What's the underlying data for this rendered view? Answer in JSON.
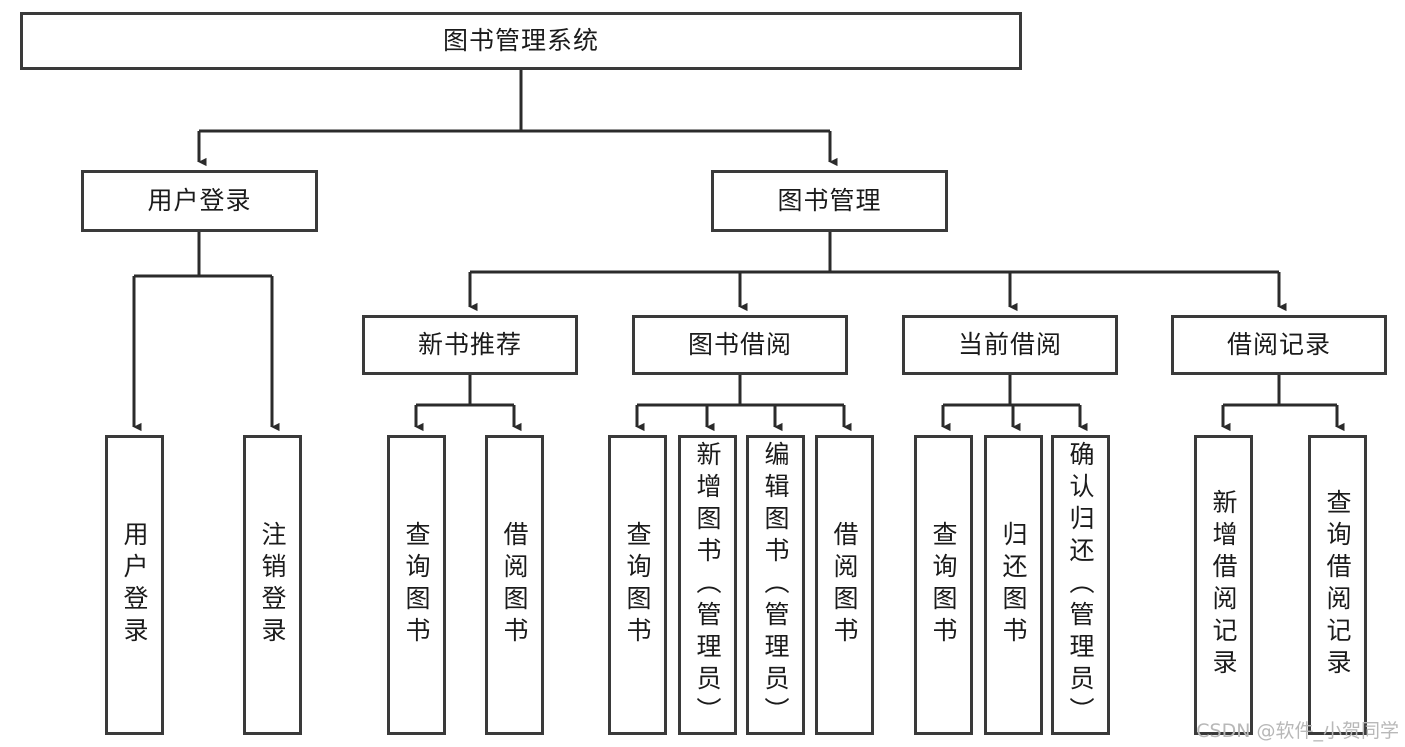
{
  "diagram": {
    "title": "图书管理系统",
    "type": "tree",
    "watermark": "CSDN @软件_小贺同学",
    "colors": {
      "border": "#3a3a3a",
      "text": "#1b1b1b",
      "background": "#ffffff",
      "edge": "#2b2b2b",
      "watermark": "#b8b8b8"
    },
    "levels": {
      "root": "图书管理系统",
      "level2": [
        "用户登录",
        "图书管理"
      ],
      "level3": [
        "新书推荐",
        "图书借阅",
        "当前借阅",
        "借阅记录"
      ],
      "leaves": [
        "用户登录",
        "注销登录",
        "查询图书",
        "借阅图书",
        "查询图书",
        "新增图书（管理员）",
        "编辑图书（管理员）",
        "借阅图书",
        "查询图书",
        "归还图书",
        "确认归还（管理员）",
        "新增借阅记录",
        "查询借阅记录"
      ]
    }
  },
  "nodes": {
    "root": {
      "label": "图书管理系统"
    },
    "user_login": {
      "label": "用户登录"
    },
    "book_manage": {
      "label": "图书管理"
    },
    "new_book_rec": {
      "label": "新书推荐"
    },
    "book_borrow": {
      "label": "图书借阅"
    },
    "current_borrow": {
      "label": "当前借阅"
    },
    "borrow_record": {
      "label": "借阅记录"
    },
    "leaf_user_login": {
      "label": "用户登录"
    },
    "leaf_logout": {
      "label": "注销登录"
    },
    "leaf_query_book_1": {
      "label": "查询图书"
    },
    "leaf_borrow_book_1": {
      "label": "借阅图书"
    },
    "leaf_query_book_2": {
      "label": "查询图书"
    },
    "leaf_add_book_admin": {
      "label": "新增图书（管理员）"
    },
    "leaf_edit_book_admin": {
      "label": "编辑图书（管理员）"
    },
    "leaf_borrow_book_2": {
      "label": "借阅图书"
    },
    "leaf_query_book_3": {
      "label": "查询图书"
    },
    "leaf_return_book": {
      "label": "归还图书"
    },
    "leaf_confirm_return_admin": {
      "label": "确认归还（管理员）"
    },
    "leaf_add_borrow_record": {
      "label": "新增借阅记录"
    },
    "leaf_query_borrow_record": {
      "label": "查询借阅记录"
    }
  }
}
